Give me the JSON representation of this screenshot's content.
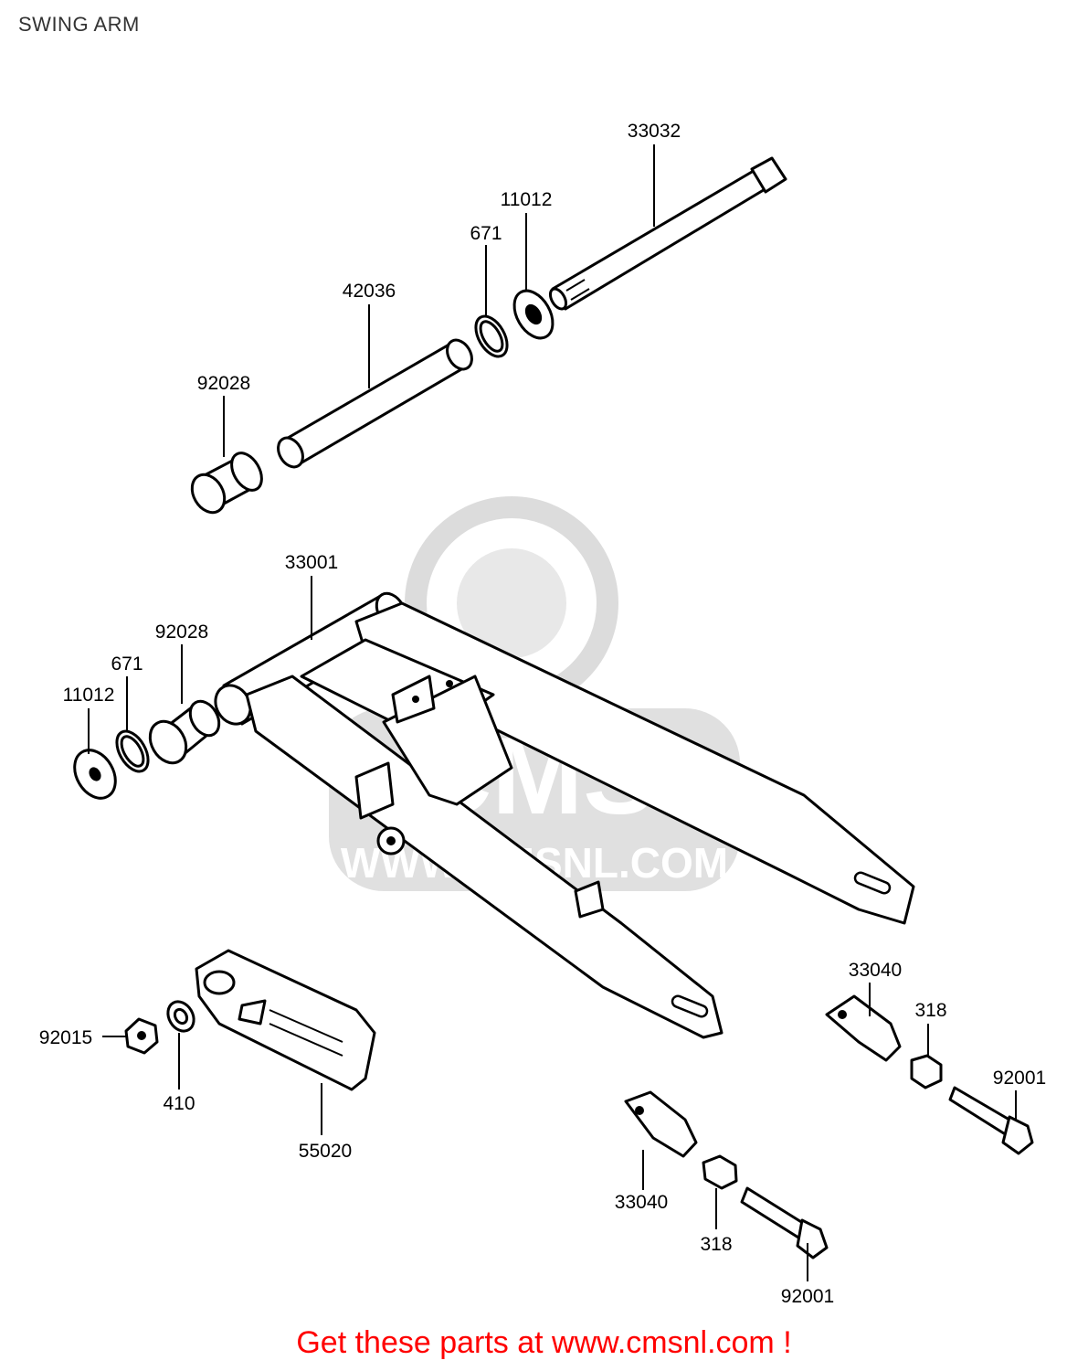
{
  "title": "SWING ARM",
  "watermark": {
    "brand": "CMS",
    "url": "WWW.CMSNL.COM",
    "color": "#d9d9d9"
  },
  "footer": {
    "text": "Get these parts at www.cmsnl.com !",
    "color": "#ff0000"
  },
  "callouts": {
    "c33032": "33032",
    "c11012_top": "11012",
    "c671_top": "671",
    "c42036": "42036",
    "c92028_top": "92028",
    "c33001": "33001",
    "c92028_left": "92028",
    "c671_left": "671",
    "c11012_left": "11012",
    "c92015": "92015",
    "c410": "410",
    "c55020": "55020",
    "c33040_right": "33040",
    "c318_right": "318",
    "c92001_right": "92001",
    "c33040_bottom": "33040",
    "c318_bottom": "318",
    "c92001_bottom": "92001"
  }
}
